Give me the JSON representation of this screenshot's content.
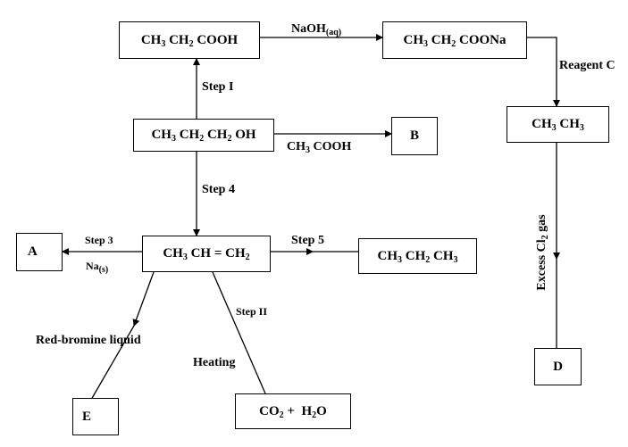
{
  "compounds": {
    "propanoic_acid": "CH3 CH2 COOH",
    "sodium_propanoate": "CH3 CH2 COONa",
    "propanol": "CH3 CH2 CH2 OH",
    "ethane": "CH3 CH3",
    "product_b": "B",
    "propene": "CH3 CH = CH2",
    "product_a": "A",
    "propane": "CH3 CH2 CH3",
    "product_d": "D",
    "product_e": "E",
    "combustion_products": "CO2 + H2O"
  },
  "labels": {
    "naoh": "NaOH(aq)",
    "reagent_c": "Reagent C",
    "step_i": "Step I",
    "acetic_acid": "CH3 COOH",
    "step_4": "Step 4",
    "excess_cl2": "Excess Cl2 gas",
    "step_3": "Step 3",
    "sodium": "Na(s)",
    "step_5": "Step 5",
    "step_ii": "Step II",
    "red_bromine": "Red-bromine liquid",
    "heating": "Heating"
  }
}
